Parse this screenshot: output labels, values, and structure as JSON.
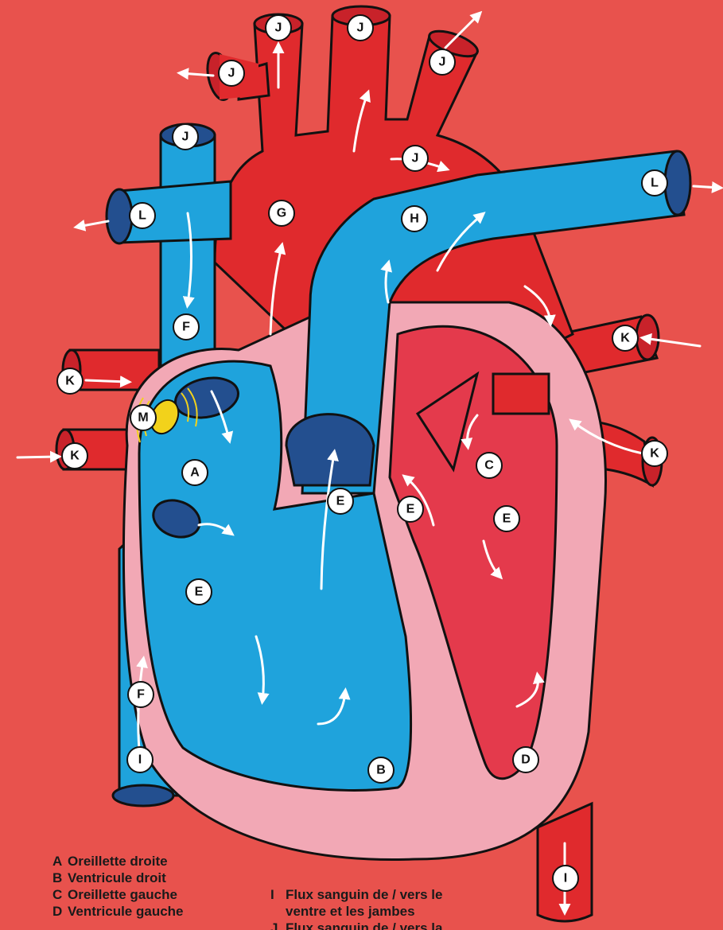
{
  "colors": {
    "background": "#e8524d",
    "artery": "#e02a2d",
    "vein": "#1fa3dc",
    "dark_blue": "#234f8f",
    "wall": "#f2a8b5",
    "left_chamber": "#e43a4c",
    "node": "#f2d21b",
    "arrow": "#ffffff"
  },
  "markers": {
    "A": "A",
    "B": "B",
    "C": "C",
    "D": "D",
    "E": "E",
    "F": "F",
    "G": "G",
    "H": "H",
    "I": "I",
    "J": "J",
    "K": "K",
    "L": "L",
    "M": "M"
  },
  "legend": {
    "left": [
      {
        "key": "A",
        "text": "Oreillette droite"
      },
      {
        "key": "B",
        "text": "Ventricule droit"
      },
      {
        "key": "C",
        "text": "Oreillette gauche"
      },
      {
        "key": "D",
        "text": "Ventricule gauche"
      }
    ],
    "right": [
      {
        "key": "I",
        "text": "Flux sanguin de / vers le",
        "text2": "ventre et les jambes"
      },
      {
        "key": "J",
        "text": "Flux sanguin de / vers la"
      }
    ]
  }
}
